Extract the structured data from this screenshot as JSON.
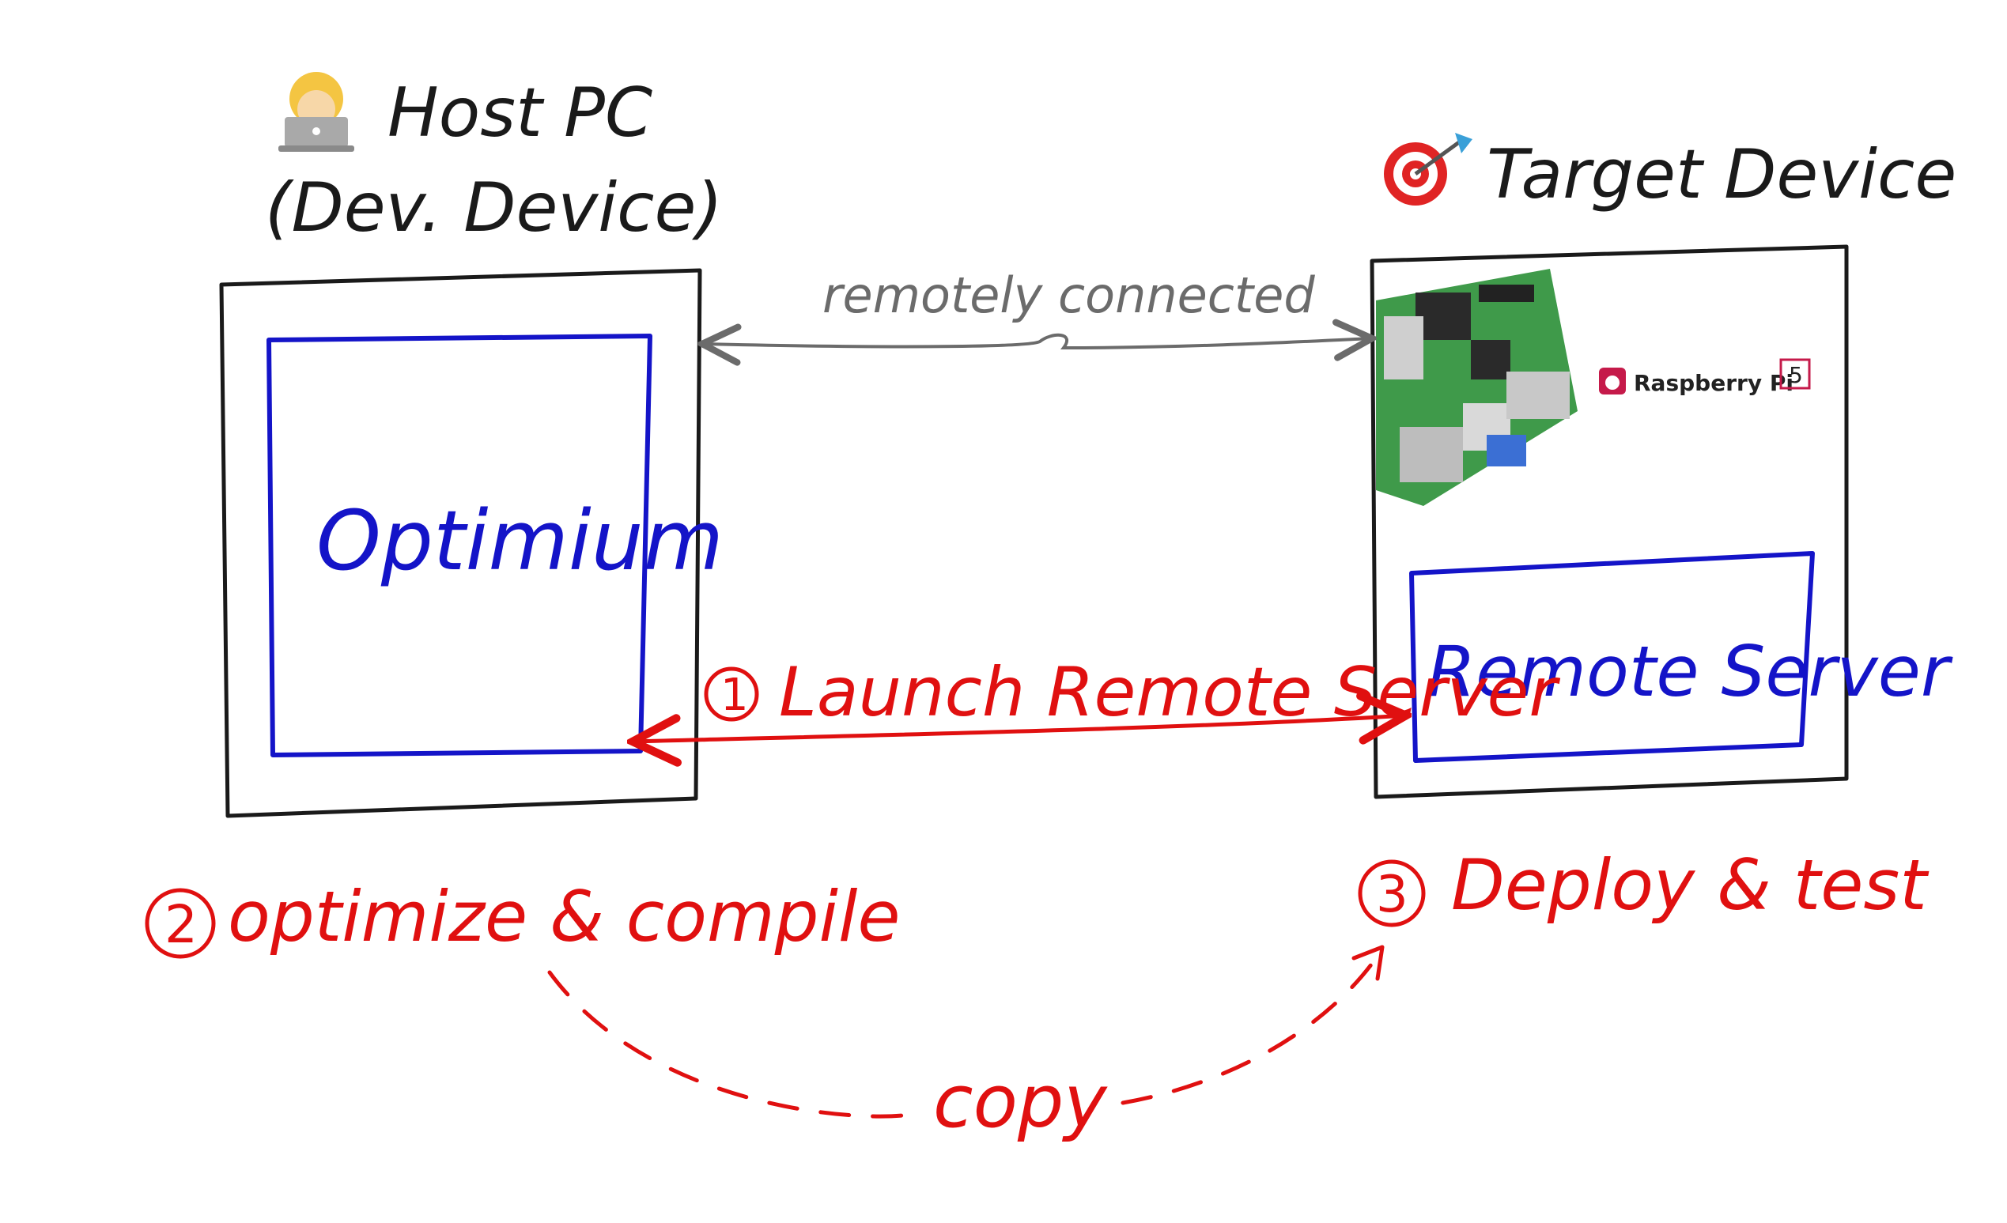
{
  "colors": {
    "ink": "#1a1a1a",
    "gray": "#6b6b6b",
    "blue": "#1414c8",
    "red": "#e01010",
    "board": "#3f9a4a",
    "brand": "#c51a4a"
  },
  "host": {
    "icon": "technologist-icon",
    "title_line1": "Host PC",
    "title_line2": "(Dev. Device)",
    "app_label": "Optimium"
  },
  "target": {
    "icon": "dart-target-icon",
    "title": "Target Device",
    "board_icon": "raspberry-pi-board-icon",
    "board_brand": "Raspberry Pi",
    "board_model": "5",
    "server_label": "Remote Server"
  },
  "connection": {
    "label": "remotely connected"
  },
  "steps": {
    "step1": {
      "number": "1",
      "label": "Launch Remote Server"
    },
    "step2": {
      "number": "2",
      "label": "optimize & compile"
    },
    "step3": {
      "number": "3",
      "label": "Deploy & test"
    }
  },
  "copy": {
    "label": "copy"
  }
}
